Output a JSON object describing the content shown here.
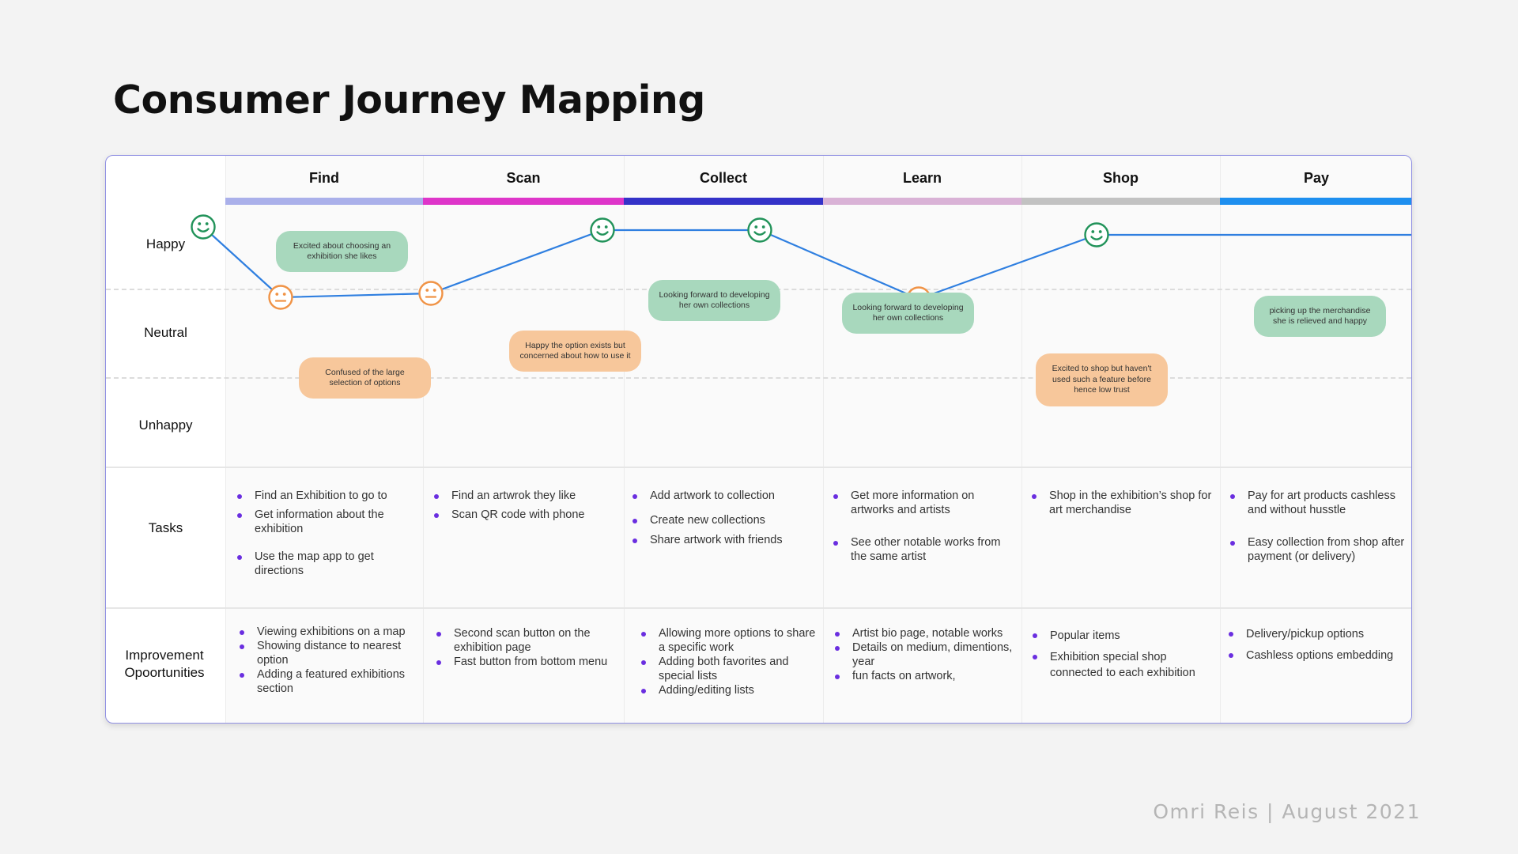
{
  "title": "Consumer Journey Mapping",
  "footer": "Omri Reis | August 2021",
  "row_labels": {
    "happy": "Happy",
    "neutral": "Neutral",
    "unhappy": "Unhappy",
    "tasks": "Tasks",
    "improvement": "Improvement Opoortunities"
  },
  "stages": [
    {
      "name": "Find",
      "color": "#aab0ea"
    },
    {
      "name": "Scan",
      "color": "#de35c9"
    },
    {
      "name": "Collect",
      "color": "#3432c8"
    },
    {
      "name": "Learn",
      "color": "#d9b2d6"
    },
    {
      "name": "Shop",
      "color": "#c2c2c2"
    },
    {
      "name": "Pay",
      "color": "#1e8fef"
    }
  ],
  "emotions": [
    "happy",
    "neutral",
    "neutral",
    "happy",
    "happy",
    "neutral",
    "happy"
  ],
  "notes": [
    {
      "text": "Excited about choosing an exhibition she likes",
      "mood": "happy"
    },
    {
      "text": "Confused of the large selection of options",
      "mood": "neutral"
    },
    {
      "text": "Happy the option exists but concerned about how to use it",
      "mood": "neutral"
    },
    {
      "text": "Looking forward to developing her own collections",
      "mood": "happy"
    },
    {
      "text": "Looking forward to developing her own collections",
      "mood": "happy"
    },
    {
      "text": "Excited to shop but haven't used such a feature before hence low trust",
      "mood": "neutral"
    },
    {
      "text": "picking up the merchandise she is relieved and happy",
      "mood": "happy"
    }
  ],
  "tasks": [
    [
      "Find an Exhibition to go to",
      "Get information about the exhibition",
      "Use the map app to get directions"
    ],
    [
      "Find an artwrok they like",
      "Scan QR code with phone"
    ],
    [
      "Add artwork to collection",
      "Create new collections",
      "Share artwork with friends"
    ],
    [
      "Get more information on artworks and artists",
      "See other notable works from the same artist"
    ],
    [
      "Shop in the exhibition’s shop for art merchandise"
    ],
    [
      "Pay for art products cashless and without husstle",
      "Easy collection from shop after payment (or delivery)"
    ]
  ],
  "improvements": [
    [
      "Viewing exhibitions on a map",
      "Showing distance to nearest  option",
      "Adding a featured exhibitions section"
    ],
    [
      "Second scan button on the exhibition page",
      "Fast button from bottom menu"
    ],
    [
      "Allowing more options to share a specific work",
      "Adding both favorites and special lists",
      "Adding/editing lists"
    ],
    [
      "Artist bio page, notable works",
      "Details on medium, dimentions, year",
      "fun facts on artwork,"
    ],
    [
      "Popular items",
      "Exhibition special shop connected to each exhibition"
    ],
    [
      "Delivery/pickup options",
      "Cashless options embedding"
    ]
  ]
}
